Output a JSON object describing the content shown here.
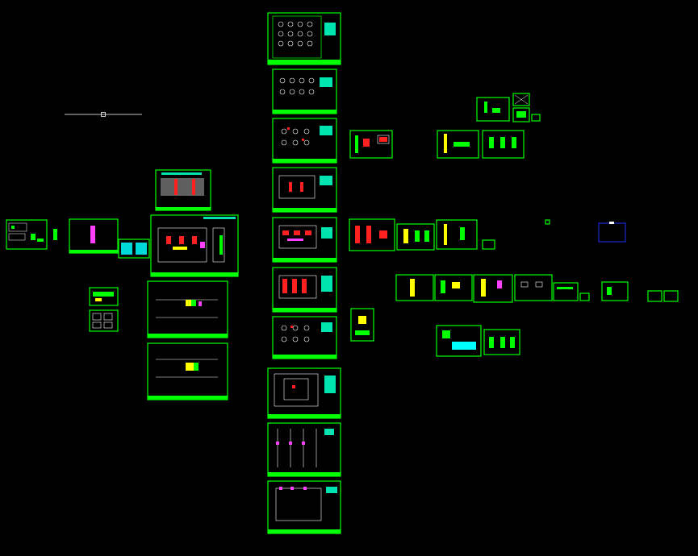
{
  "app": {
    "kind": "cad-model-space-viewport"
  },
  "colors": {
    "background": "#000000",
    "sheet_border": "#00ff00",
    "title_block": "#00ff00",
    "legend_block": "#00e5b0",
    "geometry": "#ffffff",
    "accent_red": "#ff2020",
    "accent_magenta": "#ff40ff",
    "accent_yellow": "#ffff00",
    "viewport_frame": "#2030ff"
  },
  "icons": {
    "ucs_marker": "square-grip-icon"
  },
  "sheets": {
    "left_cluster_count": 9,
    "center_column_count": 10,
    "right_cluster_count": 26
  }
}
